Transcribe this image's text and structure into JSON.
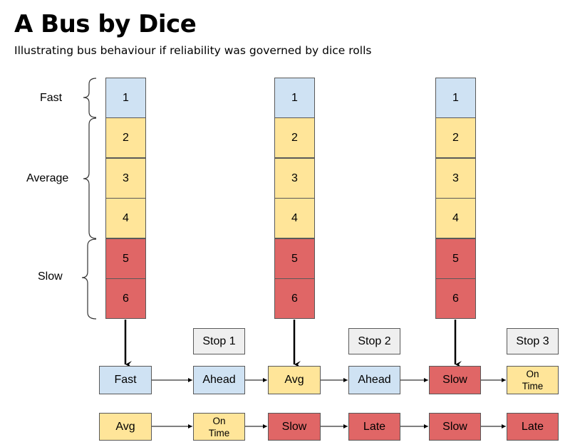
{
  "title": "A Bus by Dice",
  "subtitle": "Illustrating bus behaviour if reliability was governed by dice rolls",
  "braces": {
    "fast": "Fast",
    "average": "Average",
    "slow": "Slow"
  },
  "die_faces": [
    "1",
    "2",
    "3",
    "4",
    "5",
    "6"
  ],
  "stops": [
    "Stop 1",
    "Stop 2",
    "Stop 3"
  ],
  "row1": [
    "Fast",
    "Ahead",
    "Avg",
    "Ahead",
    "Slow",
    "On Time"
  ],
  "row2": [
    "Avg",
    "On Time",
    "Slow",
    "Late",
    "Slow",
    "Late"
  ],
  "colors": {
    "fast": "#cfe2f3",
    "average": "#ffe599",
    "slow": "#e06666",
    "stop": "#efefef"
  }
}
